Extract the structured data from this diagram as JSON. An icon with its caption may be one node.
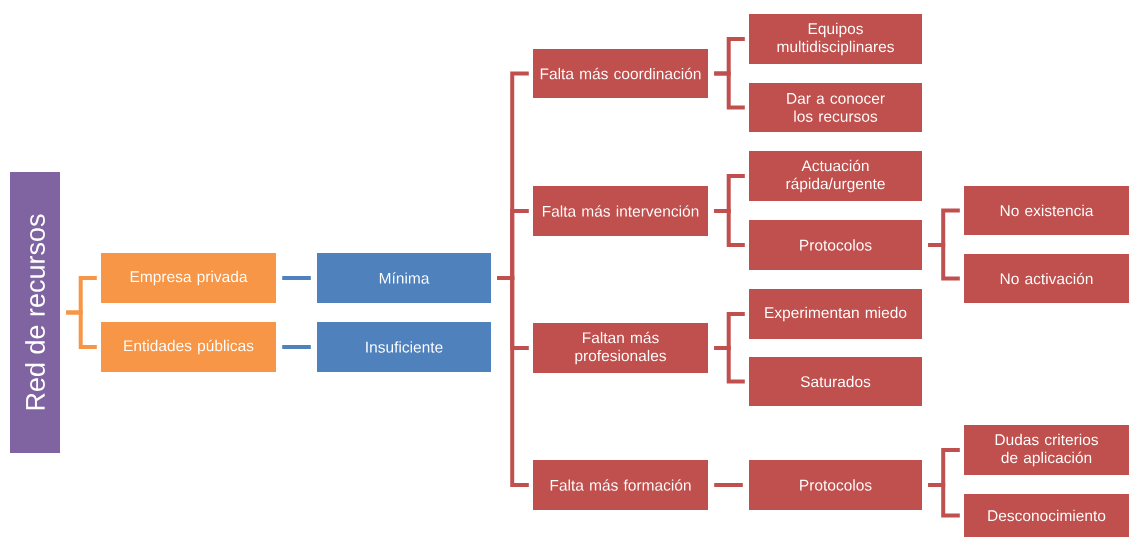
{
  "diagram": {
    "nodes": [
      {
        "text": [
          "Red de recursos"
        ]
      },
      {
        "text": [
          "Empresa privada"
        ]
      },
      {
        "text": [
          "Entidades públicas"
        ]
      },
      {
        "text": [
          "Mínima"
        ]
      },
      {
        "text": [
          "Insuficiente"
        ]
      },
      {
        "text": [
          "Falta más coordinación"
        ]
      },
      {
        "text": [
          "Falta más intervención"
        ]
      },
      {
        "text": [
          "Faltan más profesionales"
        ]
      },
      {
        "text": [
          "Falta más formación"
        ]
      },
      {
        "text": [
          "Equipos multidisciplinares"
        ]
      },
      {
        "text": [
          "Dar a conocer los recursos"
        ]
      },
      {
        "text": [
          "Actuación rápida/urgente"
        ]
      },
      {
        "text": [
          "Protocolos"
        ]
      },
      {
        "text": [
          "Experimentan miedo"
        ]
      },
      {
        "text": [
          "Saturados"
        ]
      },
      {
        "text": [
          "Protocolos"
        ]
      },
      {
        "text": [
          "No existencia"
        ]
      },
      {
        "text": [
          "No activación"
        ]
      },
      {
        "text": [
          "Dudas criterios de aplicación"
        ]
      },
      {
        "text": [
          "Desconocimiento"
        ]
      }
    ],
    "edges": [
      {
        "from": 0,
        "to": 1,
        "arrow": "none",
        "color": "#f79646"
      },
      {
        "from": 0,
        "to": 2,
        "arrow": "none",
        "color": "#f79646"
      },
      {
        "from": 1,
        "to": 3,
        "arrow": "none",
        "color": "#4f81bd"
      },
      {
        "from": 2,
        "to": 4,
        "arrow": "none",
        "color": "#4f81bd"
      },
      {
        "from": 3,
        "to": 5,
        "arrow": "none"
      },
      {
        "from": 3,
        "to": 6,
        "arrow": "none"
      },
      {
        "from": 3,
        "to": 7,
        "arrow": "none"
      },
      {
        "from": 3,
        "to": 8,
        "arrow": "none"
      },
      {
        "from": 5,
        "to": 9,
        "arrow": "none"
      },
      {
        "from": 5,
        "to": 10,
        "arrow": "none"
      },
      {
        "from": 6,
        "to": 11,
        "arrow": "none"
      },
      {
        "from": 6,
        "to": 12,
        "arrow": "none"
      },
      {
        "from": 7,
        "to": 13,
        "arrow": "none"
      },
      {
        "from": 7,
        "to": 14,
        "arrow": "none"
      },
      {
        "from": 8,
        "to": 15,
        "arrow": "none"
      },
      {
        "from": 12,
        "to": 16,
        "arrow": "none"
      },
      {
        "from": 12,
        "to": 17,
        "arrow": "none"
      },
      {
        "from": 15,
        "to": 18,
        "arrow": "none"
      },
      {
        "from": 15,
        "to": 19,
        "arrow": "none"
      }
    ]
  }
}
